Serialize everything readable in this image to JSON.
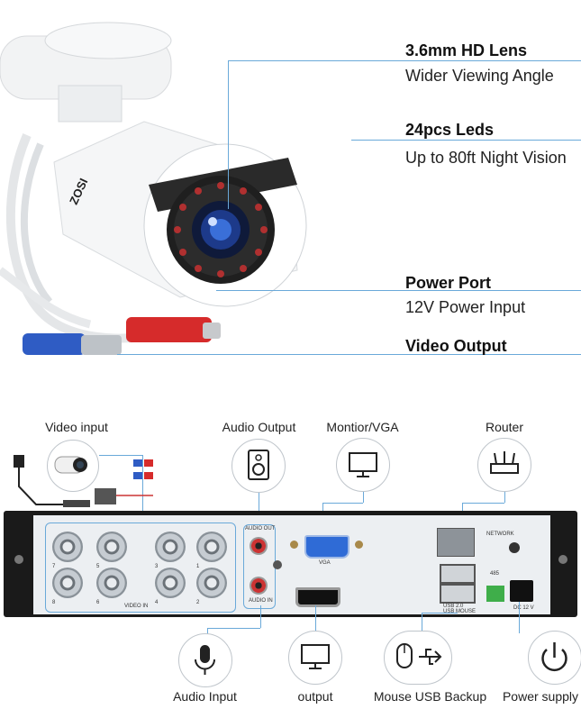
{
  "camera": {
    "brand": "ZOSI"
  },
  "features": [
    {
      "title": "3.6mm HD Lens",
      "subtitle": "Wider Viewing Angle"
    },
    {
      "title": "24pcs Leds",
      "subtitle": "Up to 80ft Night Vision"
    },
    {
      "title": "Power Port",
      "subtitle": "12V Power Input"
    },
    {
      "title": "Video Output",
      "subtitle": ""
    }
  ],
  "dvr": {
    "top_labels": {
      "video_input": "Video input",
      "audio_output": "Audio Output",
      "monitor_vga": "Montior/VGA",
      "router": "Router"
    },
    "bottom_labels": {
      "audio_input": "Audio Input",
      "output": "output",
      "mouse_usb": "Mouse USB Backup",
      "power_supply": "Power supply"
    },
    "panel_labels": {
      "audio_out": "AUDIO OUT",
      "audio_in": "AUDIO IN",
      "vga": "VGA",
      "network": "NETWORK",
      "usb": "USB 2.0\nUSB MOUSE",
      "dc": "DC 12 V",
      "video_in": "VIDEO IN",
      "rs485": "485",
      "port_numbers": [
        "7",
        "5",
        "3",
        "1",
        "8",
        "6",
        "4",
        "2"
      ]
    }
  },
  "colors": {
    "accent_line": "#6aa9d9",
    "panel_dark": "#1a1a1a",
    "panel_face": "#eceff2",
    "red_connector": "#d62b2b",
    "blue_connector": "#2f5cc4"
  }
}
